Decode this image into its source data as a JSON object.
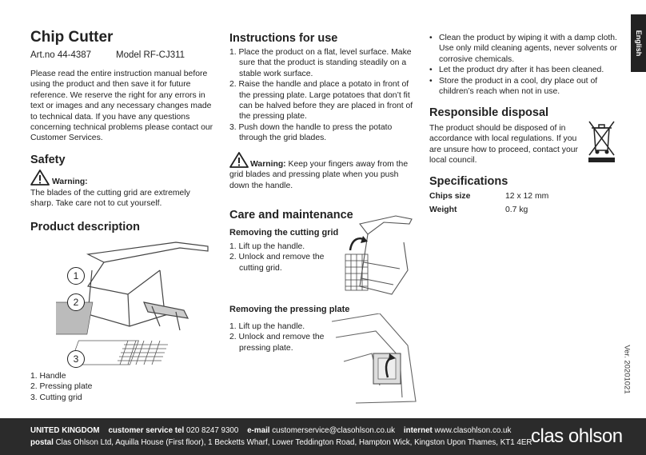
{
  "title": "Chip Cutter",
  "art_no": "Art.no  44-4387",
  "model": "Model  RF-CJ311",
  "intro": "Please read the entire instruction manual before using the product and then save it for future reference. We reserve the right for any errors in text or images and any necessary changes made to technical data. If you have any questions concerning technical problems please contact our Customer Services.",
  "safety": {
    "heading": "Safety",
    "warning_label": "Warning:",
    "warning_text": "The blades of the cutting grid are extremely sharp. Take care not to cut yourself."
  },
  "product_description": {
    "heading": "Product description",
    "callouts": [
      "1",
      "2",
      "3"
    ],
    "parts": [
      "1. Handle",
      "2. Pressing plate",
      "3. Cutting grid"
    ]
  },
  "instructions": {
    "heading": "Instructions for use",
    "steps": [
      "1. Place the product on a flat, level surface. Make sure that the product is standing steadily on a stable work surface.",
      "2. Raise the handle and place a potato in front of the pressing plate. Large potatoes that don’t fit can be halved before they are placed in front of the pressing plate.",
      "3. Push down the handle to press the potato through the grid blades."
    ],
    "warning_label": "Warning:",
    "warning_text": "Keep your fingers away from the grid blades and pressing plate when you push down the handle."
  },
  "care": {
    "heading": "Care and maintenance",
    "grid_heading": "Removing the cutting grid",
    "grid_steps": [
      "1. Lift up the handle.",
      "2. Unlock and remove the cutting grid."
    ],
    "plate_heading": "Removing the pressing plate",
    "plate_steps": [
      "1. Lift up the handle.",
      "2. Unlock and remove the pressing plate."
    ],
    "bullets": [
      "Clean the product by wiping it with a damp cloth. Use only mild cleaning agents, never solvents or corrosive chemicals.",
      "Let the product dry after it has been cleaned.",
      "Store the product in a cool, dry place out of children’s reach when not in use."
    ]
  },
  "disposal": {
    "heading": "Responsible disposal",
    "text": "The product should be disposed of in accordance with local regulations. If you are unsure how to proceed, contact your local council.",
    "icon": "crossed-out-bin-icon"
  },
  "specs": {
    "heading": "Specifications",
    "rows": [
      {
        "label": "Chips size",
        "value": "12 x 12 mm"
      },
      {
        "label": "Weight",
        "value": "0.7 kg"
      }
    ]
  },
  "language_tab": "English",
  "version": "Ver. 20201021",
  "footer": {
    "country": "UNITED KINGDOM",
    "tel_label": "customer service tel",
    "tel": "020 8247 9300",
    "email_label": "e-mail",
    "email": "customerservice@clasohlson.co.uk",
    "internet_label": "internet",
    "internet": "www.clasohlson.co.uk",
    "postal_label": "postal",
    "postal": "Clas Ohlson Ltd, Aquilla House (First floor), 1 Becketts Wharf, Lower Teddington Road, Hampton Wick, Kingston Upon Thames, KT1 4ER",
    "brand": "clas ohlson"
  },
  "colors": {
    "footer_bg": "#2b2b2b",
    "text": "#222222",
    "tab_bg": "#222222"
  }
}
